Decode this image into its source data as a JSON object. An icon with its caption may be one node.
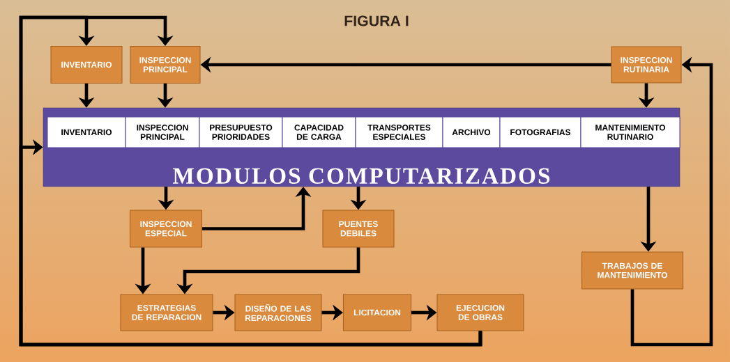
{
  "diagram": {
    "title": "FIGURA I",
    "nodes": [
      {
        "text": [
          "INVENTARIO"
        ]
      },
      {
        "text": [
          "INSPECCION PRINCIPAL"
        ]
      },
      {
        "text": [
          "INSPECCION RUTINARIA"
        ]
      },
      {
        "text": [
          "MODULOS COMPUTARIZADOS"
        ]
      },
      {
        "text": [
          "INVENTARIO"
        ],
        "in": 3
      },
      {
        "text": [
          "INSPECCION PRINCIPAL"
        ],
        "in": 3
      },
      {
        "text": [
          "PRESUPUESTO PRIORIDADES"
        ],
        "in": 3
      },
      {
        "text": [
          "CAPACIDAD DE CARGA"
        ],
        "in": 3
      },
      {
        "text": [
          "TRANSPORTES ESPECIALES"
        ],
        "in": 3
      },
      {
        "text": [
          "ARCHIVO"
        ],
        "in": 3
      },
      {
        "text": [
          "FOTOGRAFIAS"
        ],
        "in": 3
      },
      {
        "text": [
          "MANTENIMIENTO RUTINARIO"
        ],
        "in": 3
      },
      {
        "text": [
          "INSPECCION ESPECIAL"
        ]
      },
      {
        "text": [
          "PUENTES DEBILES"
        ]
      },
      {
        "text": [
          "TRABAJOS DE MANTENIMIENTO"
        ]
      },
      {
        "text": [
          "ESTRATEGIAS DE REPARACION"
        ]
      },
      {
        "text": [
          "DISEÑO DE LAS REPARACIONES"
        ]
      },
      {
        "text": [
          "LICITACION"
        ]
      },
      {
        "text": [
          "EJECUCION DE OBRAS"
        ]
      }
    ],
    "edges": [
      {
        "from": 18,
        "to": 0,
        "arrow": "to"
      },
      {
        "from": 18,
        "to": 1,
        "arrow": "to"
      },
      {
        "from": 18,
        "to": 3,
        "arrow": "to"
      },
      {
        "from": 2,
        "to": 1,
        "arrow": "to"
      },
      {
        "from": 14,
        "to": 2,
        "arrow": "to"
      },
      {
        "from": 0,
        "to": 3,
        "arrow": "to"
      },
      {
        "from": 1,
        "to": 3,
        "arrow": "to"
      },
      {
        "from": 2,
        "to": 3,
        "arrow": "to"
      },
      {
        "from": 3,
        "to": 12,
        "arrow": "to"
      },
      {
        "from": 12,
        "to": 3,
        "arrow": "to"
      },
      {
        "from": 3,
        "to": 13,
        "arrow": "to"
      },
      {
        "from": 3,
        "to": 14,
        "arrow": "to"
      },
      {
        "from": 12,
        "to": 15,
        "arrow": "to"
      },
      {
        "from": 13,
        "to": 15,
        "arrow": "to"
      },
      {
        "from": 15,
        "to": 16,
        "arrow": "to"
      },
      {
        "from": 16,
        "to": 17,
        "arrow": "to"
      },
      {
        "from": 17,
        "to": 18,
        "arrow": "to"
      }
    ]
  }
}
